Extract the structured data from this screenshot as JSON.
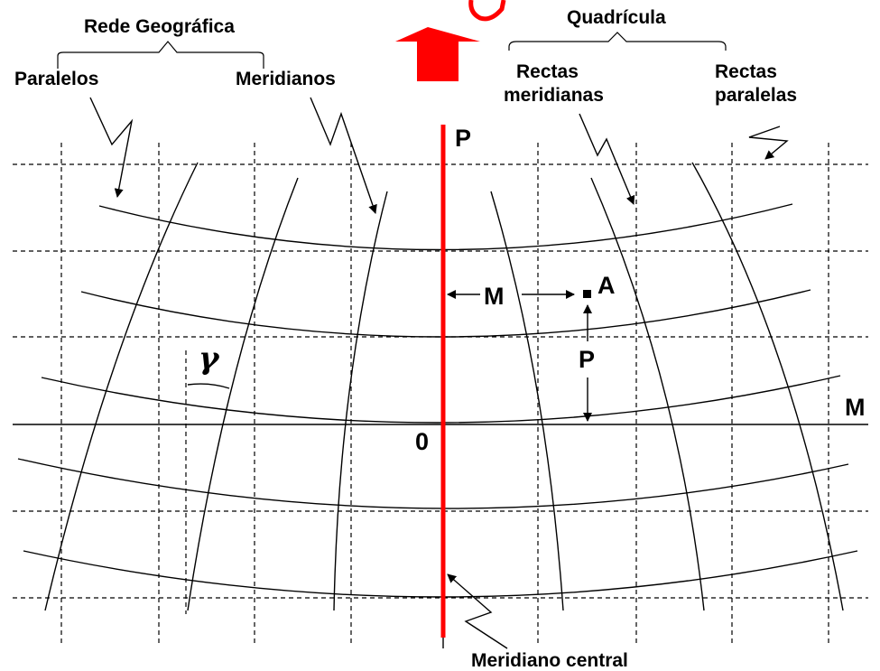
{
  "labels": {
    "rede_geografica": "Rede Geográfica",
    "quadricula": "Quadrícula",
    "paralelos": "Paralelos",
    "meridianos": "Meridianos",
    "rectas_meridianas_line1": "Rectas",
    "rectas_meridianas_line2": "meridianas",
    "rectas_paralelas_line1": "Rectas",
    "rectas_paralelas_line2": "paralelas",
    "p_top": "P",
    "m_right": "M",
    "m_coordinate": "M",
    "p_coordinate": "P",
    "point_a": "A",
    "origin": "0",
    "gamma": "γ",
    "meridiano_central": "Meridiano central"
  },
  "colors": {
    "central_meridian": "#ff0000",
    "north_arrow": "#ff0000",
    "lines": "#000000"
  },
  "icons": {
    "north_arrow": "north-arrow-icon"
  }
}
